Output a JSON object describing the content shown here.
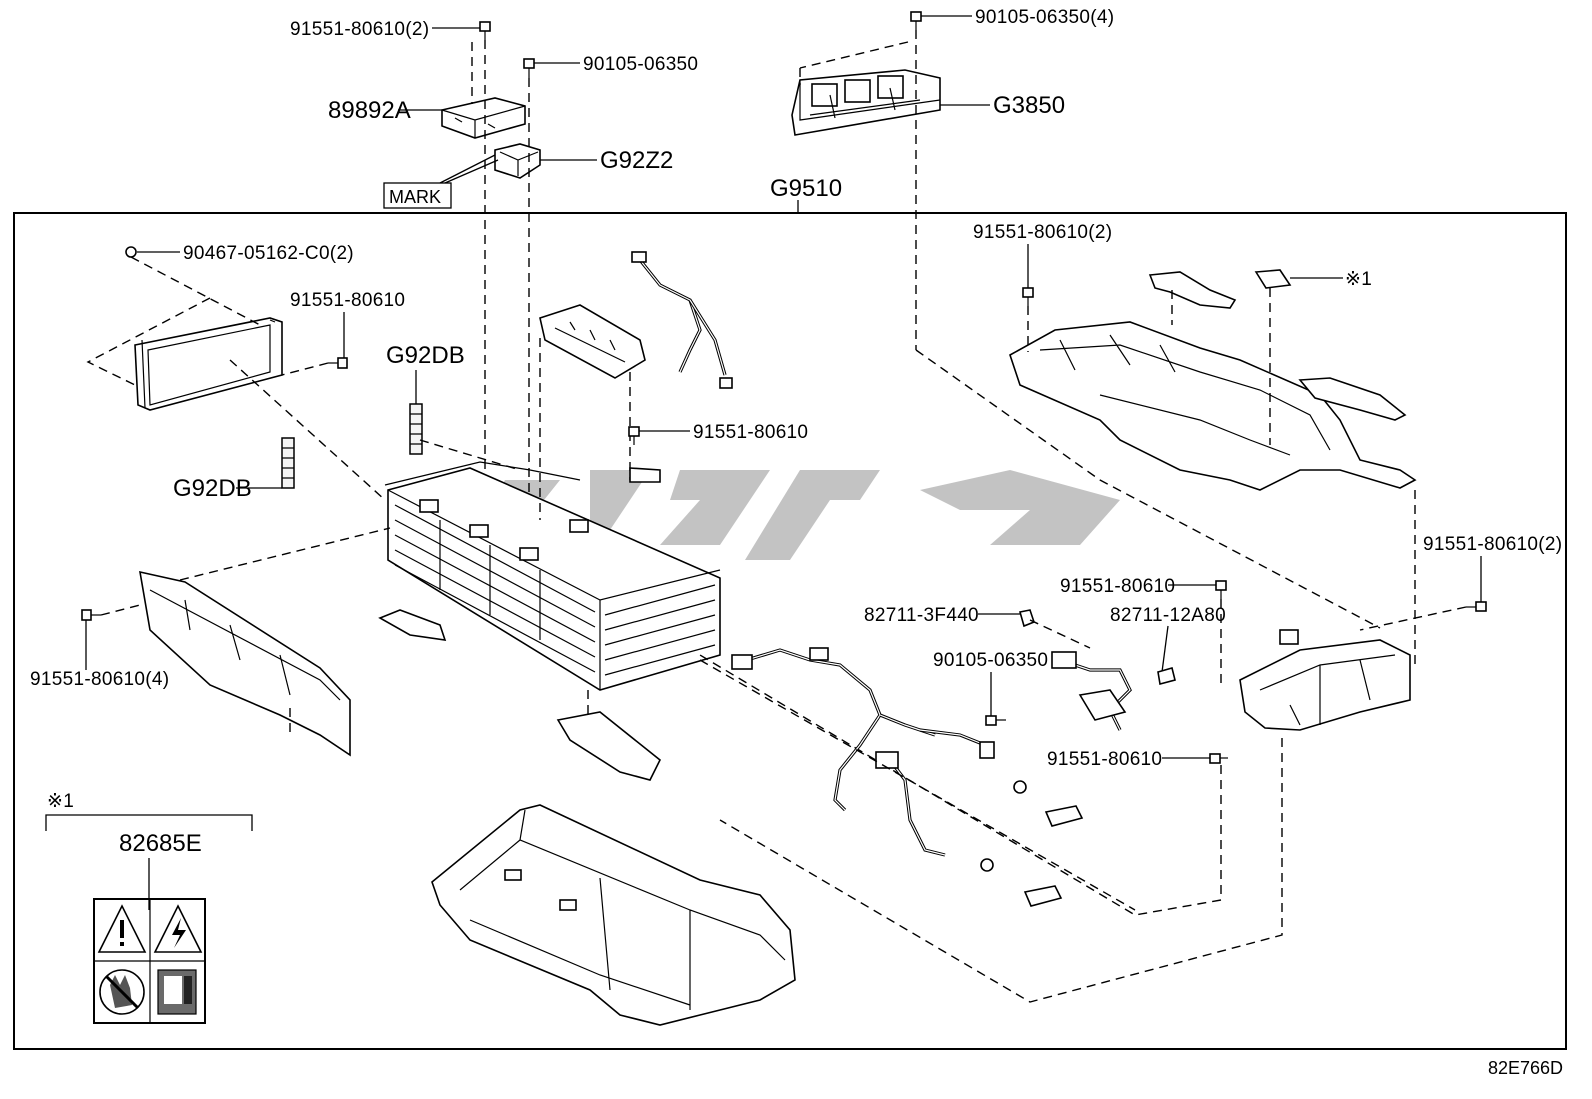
{
  "diagram_code": "82E766D",
  "main_assembly_label": "G9510",
  "note_mark_label": "MARK",
  "note_symbol": "※1",
  "inset": {
    "symbol": "※1",
    "part_number": "82685E"
  },
  "labels": {
    "l1": "91551-80610(2)",
    "l2": "90105-06350",
    "l3": "89892A",
    "l4": "G92Z2",
    "l5": "90105-06350(4)",
    "l6": "G3850",
    "l7": "90467-05162-C0(2)",
    "l8": "91551-80610",
    "l9": "G92DB",
    "l10": "G92DB",
    "l11": "91551-80610",
    "l12": "91551-80610(2)",
    "l13": "※1",
    "l14": "91551-80610(2)",
    "l15": "91551-80610",
    "l16": "82711-3F440",
    "l17": "82711-12A80",
    "l18": "90105-06350",
    "l19": "91551-80610",
    "l20": "91551-80610(4)"
  }
}
